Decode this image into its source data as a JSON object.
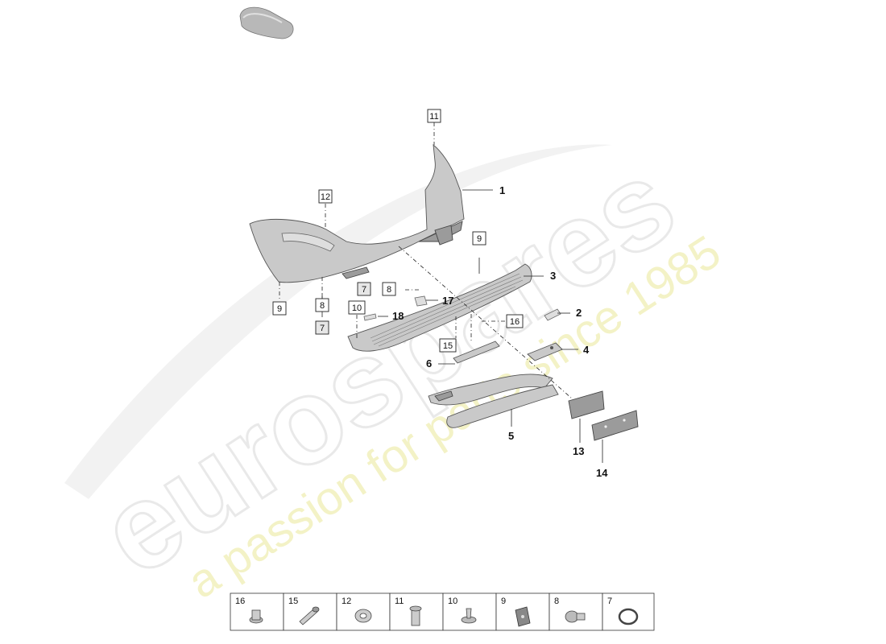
{
  "watermark": {
    "brand": "eurospares",
    "tagline": "a passion for parts since 1985"
  },
  "callouts": {
    "c1": "1",
    "c2": "2",
    "c3": "3",
    "c4": "4",
    "c5": "5",
    "c6": "6",
    "c13": "13",
    "c14": "14",
    "c17": "17",
    "c18": "18"
  },
  "boxed_refs": {
    "b11": "11",
    "b12": "12",
    "b9a": "9",
    "b9b": "9",
    "b8a": "8",
    "b7a": "7",
    "b7b": "7",
    "b8b": "8",
    "b10": "10",
    "b16": "16",
    "b15": "15"
  },
  "legend": {
    "items": [
      "16",
      "15",
      "12",
      "11",
      "10",
      "9",
      "8",
      "7"
    ]
  }
}
